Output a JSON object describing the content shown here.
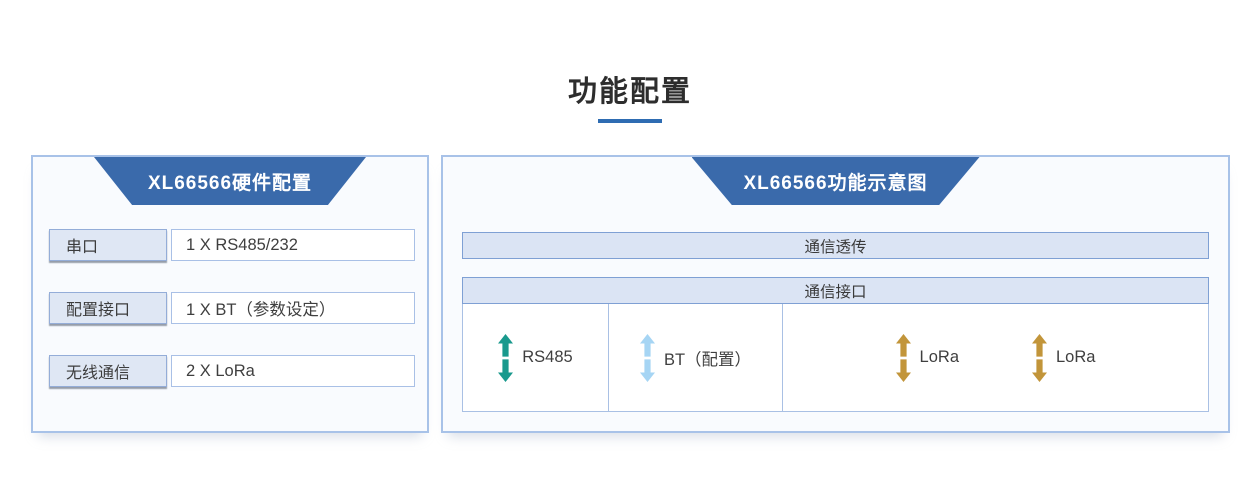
{
  "page": {
    "title": "功能配置"
  },
  "colors": {
    "title_underline": "#2e6cb2",
    "banner_blue": "#3a6aab",
    "bar_fill": "#dbe4f4",
    "teal_arrow": "#19998d",
    "lightblue_arrow": "#a6d5f4",
    "gold_arrow": "#c2953a"
  },
  "left_panel": {
    "header": "XL66566硬件配置",
    "rows": [
      {
        "label": "串口",
        "value": "1 X RS485/232"
      },
      {
        "label": "配置接口",
        "value": "1 X BT（参数设定）"
      },
      {
        "label": "无线通信",
        "value": "2 X LoRa"
      }
    ]
  },
  "right_panel": {
    "header": "XL66566功能示意图",
    "bars": [
      "通信透传",
      "通信接口"
    ],
    "cells": [
      {
        "icon": "teal-double-arrow",
        "label": "RS485"
      },
      {
        "icon": "lightblue-double-arrow",
        "label": "BT（配置）"
      },
      {
        "icon": "gold-double-arrow",
        "labels": [
          "LoRa",
          "LoRa"
        ]
      }
    ]
  }
}
